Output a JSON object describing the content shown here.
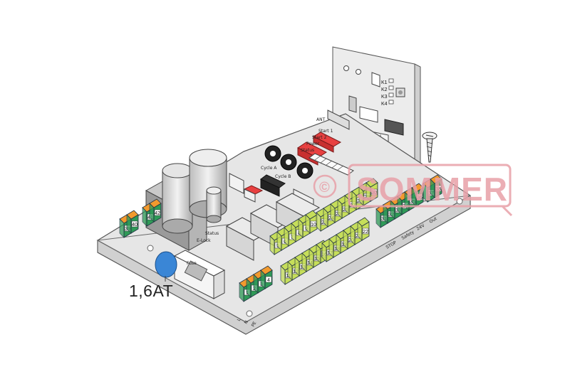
{
  "diagram": {
    "fuse_label": "1,6AT",
    "watermark": {
      "text": "SOMMER",
      "color": "#e8a0a8"
    },
    "radio_module": {
      "channels": [
        "K1",
        "K2",
        "K3",
        "K4"
      ],
      "connector_label": "ANT"
    },
    "board_labels": {
      "dip_labels": [
        "Start 1",
        "Start 2",
        "Power",
        "Status"
      ],
      "pot_labels": [
        "Cycle A",
        "Cycle B"
      ],
      "status_label": "Status",
      "elock_label": "E-Lock",
      "fuse_holder_label": "Fuse",
      "stop_label": "STOP",
      "safety_label": "Safety",
      "out_label": "Out",
      "v24_label": "24V"
    },
    "terminals": {
      "left_pair": [
        "39",
        "40"
      ],
      "mid_pair": [
        "41",
        "42"
      ],
      "power": [
        "1",
        "2",
        "3",
        "4"
      ],
      "power_labels": [
        "L",
        "N",
        "PE"
      ],
      "block_a": [
        "5",
        "6",
        "7",
        "8",
        "9",
        "10"
      ],
      "block_b": [
        "11",
        "12",
        "13",
        "14",
        "15",
        "16"
      ],
      "block_c": [
        "17",
        "18",
        "19",
        "20",
        "21",
        "22"
      ],
      "block_d": [
        "23",
        "24",
        "25",
        "26",
        "27",
        "28",
        "29",
        "30"
      ],
      "right_row": [
        "31",
        "32",
        "33",
        "34",
        "35",
        "36"
      ],
      "far_right": [
        "37",
        "38"
      ]
    },
    "colors": {
      "board": "#e6e6e6",
      "terminal_green": "#2f9a57",
      "terminal_lime": "#c6de5a",
      "lever_orange": "#f29a2e",
      "fuse_blue": "#3a86d6",
      "dip_red": "#e84040"
    }
  }
}
